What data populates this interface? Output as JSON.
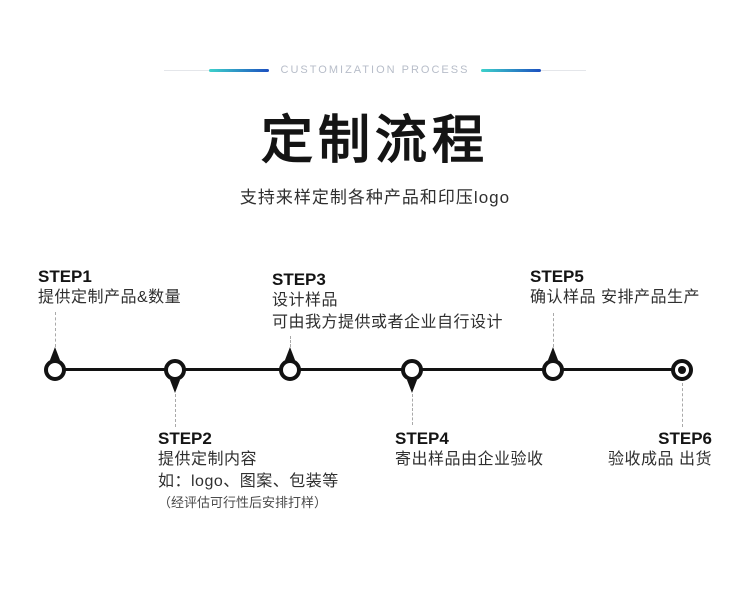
{
  "header": {
    "label": "CUSTOMIZATION PROCESS"
  },
  "title": "定制流程",
  "subtitle": "支持来样定制各种产品和印压logo",
  "steps": [
    {
      "id": "STEP1",
      "lines": [
        "提供定制产品&数量"
      ],
      "position": "above"
    },
    {
      "id": "STEP2",
      "lines": [
        "提供定制内容",
        "如：logo、图案、包装等"
      ],
      "note": "（经评估可行性后安排打样）",
      "position": "below"
    },
    {
      "id": "STEP3",
      "lines": [
        "设计样品",
        "可由我方提供或者企业自行设计"
      ],
      "position": "above"
    },
    {
      "id": "STEP4",
      "lines": [
        "寄出样品由企业验收"
      ],
      "position": "below"
    },
    {
      "id": "STEP5",
      "lines": [
        "确认样品 安排产品生产"
      ],
      "position": "above"
    },
    {
      "id": "STEP6",
      "lines": [
        "验收成品 出货"
      ],
      "position": "below"
    }
  ],
  "colors": {
    "accent_gradient_start": "#3ed2cb",
    "accent_gradient_end": "#1c4fc0",
    "header_label": "#b7bdc9",
    "timeline": "#121212",
    "body_text": "#2f2f2f"
  }
}
